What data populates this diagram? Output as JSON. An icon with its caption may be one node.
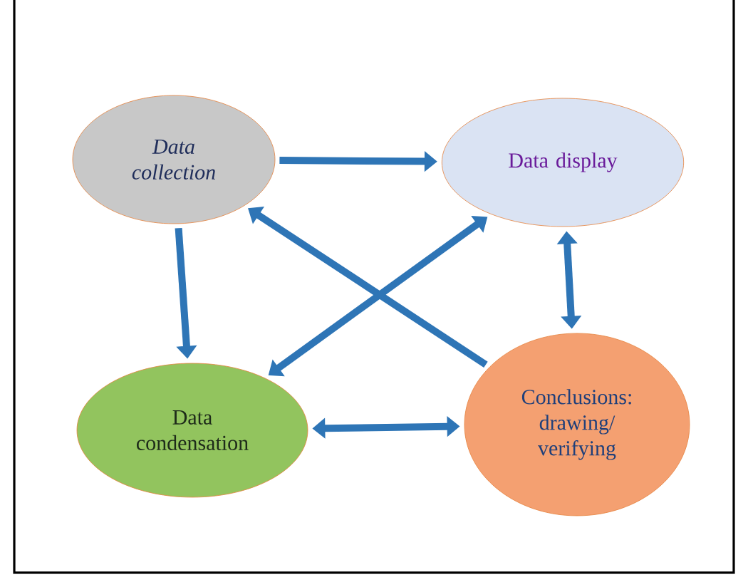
{
  "diagram": {
    "nodes": [
      {
        "text": [
          "Data collection"
        ]
      },
      {
        "text": [
          "Data display"
        ]
      },
      {
        "text": [
          "Data condensation"
        ]
      },
      {
        "text": [
          "Conclusions: drawing/ verifying"
        ]
      }
    ],
    "edges": [
      {
        "from": 0,
        "to": 1,
        "arrow": "to"
      },
      {
        "from": 0,
        "to": 2,
        "arrow": "to"
      },
      {
        "from": 3,
        "to": 0,
        "arrow": "to"
      },
      {
        "from": 2,
        "to": 1,
        "arrow": "both"
      },
      {
        "from": 1,
        "to": 3,
        "arrow": "both"
      },
      {
        "from": 2,
        "to": 3,
        "arrow": "both"
      }
    ]
  }
}
